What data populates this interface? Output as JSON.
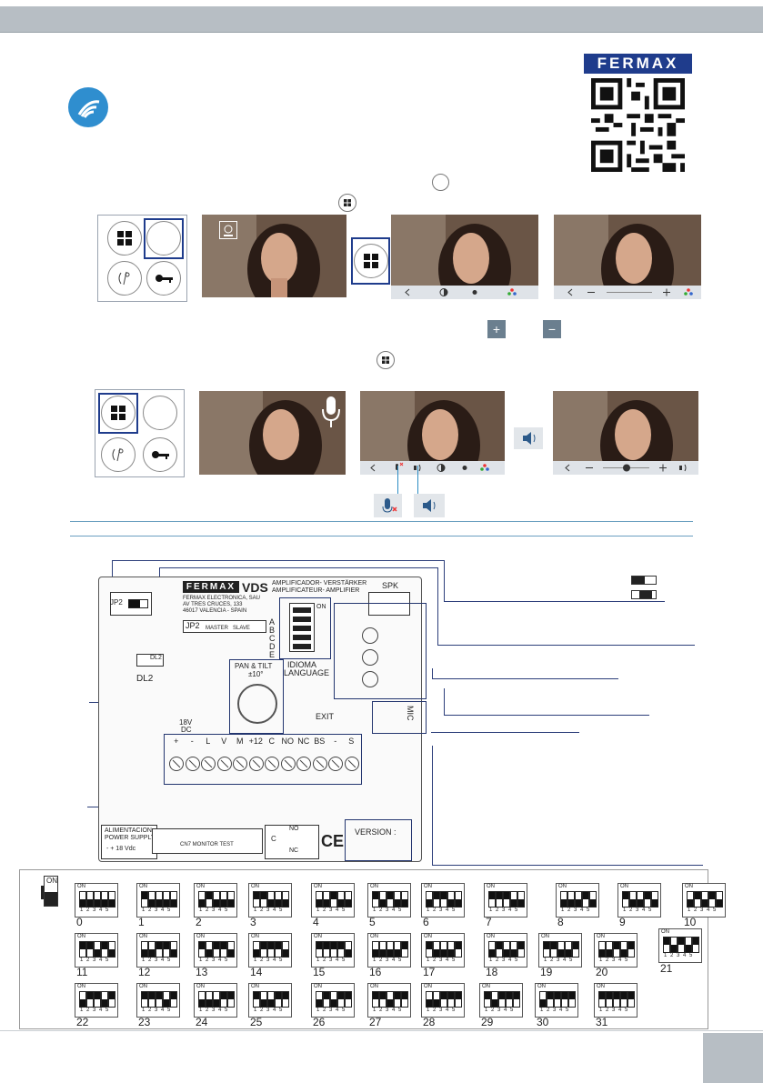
{
  "brand": {
    "name": "FERMAX"
  },
  "colors": {
    "topbar": "#b7bec4",
    "accent": "#2f8ecf",
    "brand": "#1f3c8c",
    "board_outline": "#23356f"
  },
  "icons": [
    "wifi-icon",
    "grid-icon",
    "camera-icon",
    "microphone-icon",
    "speaker-icon",
    "key-icon",
    "contrast-icon",
    "brightness-icon",
    "color-icon"
  ],
  "volume_buttons": {
    "plus": "+",
    "minus": "−"
  },
  "toolbar": {
    "back": "<",
    "minus": "−",
    "plus": "+"
  },
  "board": {
    "brand": "FERMAX",
    "model": "VDS",
    "title_line1": "AMPLIFICADOR- VERSTÄRKER",
    "title_line2": "AMPLIFICATEUR- AMPLIFIER",
    "address": [
      "FERMAX ELECTRONICA, SAU",
      "AV TRES CRUCES, 133",
      "46017 VALENCIA - SPAIN"
    ],
    "jp2": "JP2",
    "master": "MASTER",
    "slave": "SLAVE",
    "jp2_small": "JP2",
    "dl2_small": "DL2",
    "dl2": "DL2",
    "dip_letters": [
      "A",
      "B",
      "C",
      "D",
      "E"
    ],
    "dip_on": "ON",
    "idioma": "IDIOMA",
    "language": "LANGUAGE",
    "spk": "SPK",
    "mic": "MIC",
    "pan_tilt": "PAN & TILT",
    "pan_tilt_deg": "±10°",
    "dc_18v": "18V",
    "dc": "DC",
    "exit": "EXIT",
    "terminals": [
      "+",
      "-",
      "L",
      "V",
      "M",
      "+12",
      "C",
      "NO",
      "NC",
      "BS",
      "-",
      "S"
    ],
    "power": "ALIMENTACION",
    "power2": "POWER SUPPLY",
    "power3": "-  +  18 Vdc",
    "cn7": "CN7   MONITOR TEST",
    "relay_c": "C",
    "relay_no": "NO",
    "relay_nc": "NC",
    "ce": "CE",
    "version": "VERSION :"
  },
  "dip_table": {
    "legend": "ON",
    "switch_on": "ON",
    "switch_numbers": "1 2 3 4 5",
    "numbers": [
      "0",
      "1",
      "2",
      "3",
      "4",
      "5",
      "6",
      "7",
      "8",
      "9",
      "10",
      "11",
      "12",
      "13",
      "14",
      "15",
      "16",
      "17",
      "18",
      "19",
      "20",
      "21",
      "22",
      "23",
      "24",
      "25",
      "26",
      "27",
      "28",
      "29",
      "30",
      "31"
    ]
  }
}
